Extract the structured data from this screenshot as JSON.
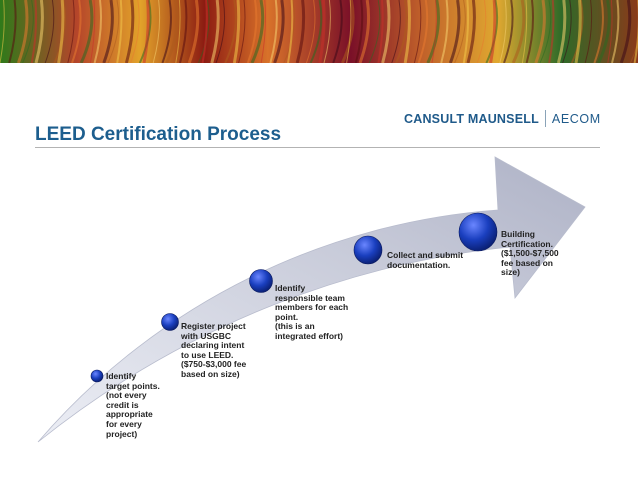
{
  "header": {
    "logo_primary": "CANSULT MAUNSELL",
    "logo_secondary": "AECOM",
    "title": "LEED Certification Process"
  },
  "colors": {
    "title": "#1d5e8e",
    "logo": "#1f5a8a",
    "node": "#1a3fbf",
    "arrow": "#c9ccda"
  },
  "steps": [
    {
      "label": "Identify\ntarget points.\n(not every\ncredit is\nappropriate\nfor every\nproject)"
    },
    {
      "label": "Register project\nwith USGBC\ndeclaring intent\nto use LEED.\n($750-$3,000 fee\nbased on size)"
    },
    {
      "label": "Identify\nresponsible team\nmembers for each\npoint.\n(this is an\nintegrated effort)"
    },
    {
      "label": "Collect and submit\ndocumentation."
    },
    {
      "label": "Building\nCertification.\n($1,500-$7,500\nfee based on\nsize)"
    }
  ]
}
